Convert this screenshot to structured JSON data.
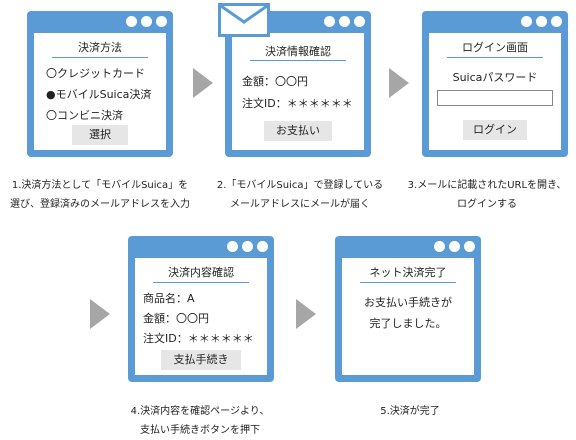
{
  "step1": {
    "title": "決済方法",
    "option1": "〇クレジットカード",
    "option2": "●モバイルSuica決済",
    "option3": "〇コンビニ決済",
    "button": "選択",
    "caption1": "1.決済方法として「モバイルSuica」を",
    "caption2": "選び、登録済みのメールアドレスを入力"
  },
  "step2": {
    "title": "決済情報確認",
    "amount": "金額：〇〇円",
    "order_id": "注文ID：＊＊＊＊＊＊",
    "button": "お支払い",
    "caption1": "2.「モバイルSuica」で登録している",
    "caption2": "メールアドレスにメールが届く"
  },
  "step3": {
    "title": "ログイン画面",
    "password_label": "Suicaパスワード",
    "button": "ログイン",
    "caption1": "3.メールに記載されたURLを開き、",
    "caption2": "ログインする"
  },
  "step4": {
    "title": "決済内容確認",
    "product": "商品名：A",
    "amount": "金額：〇〇円",
    "order_id": "注文ID：＊＊＊＊＊＊",
    "button": "支払手続き",
    "caption1": "4.決済内容を確認ページより、",
    "caption2": "支払い手続きボタンを押下"
  },
  "step5": {
    "title": "ネット決済完了",
    "message1": "お支払い手続きが",
    "message2": "完了しました。",
    "caption1": "5.決済が完了"
  },
  "colors": {
    "window": "#5b9bd5",
    "arrow": "#a6a6a6",
    "button": "#e6e6e6"
  }
}
